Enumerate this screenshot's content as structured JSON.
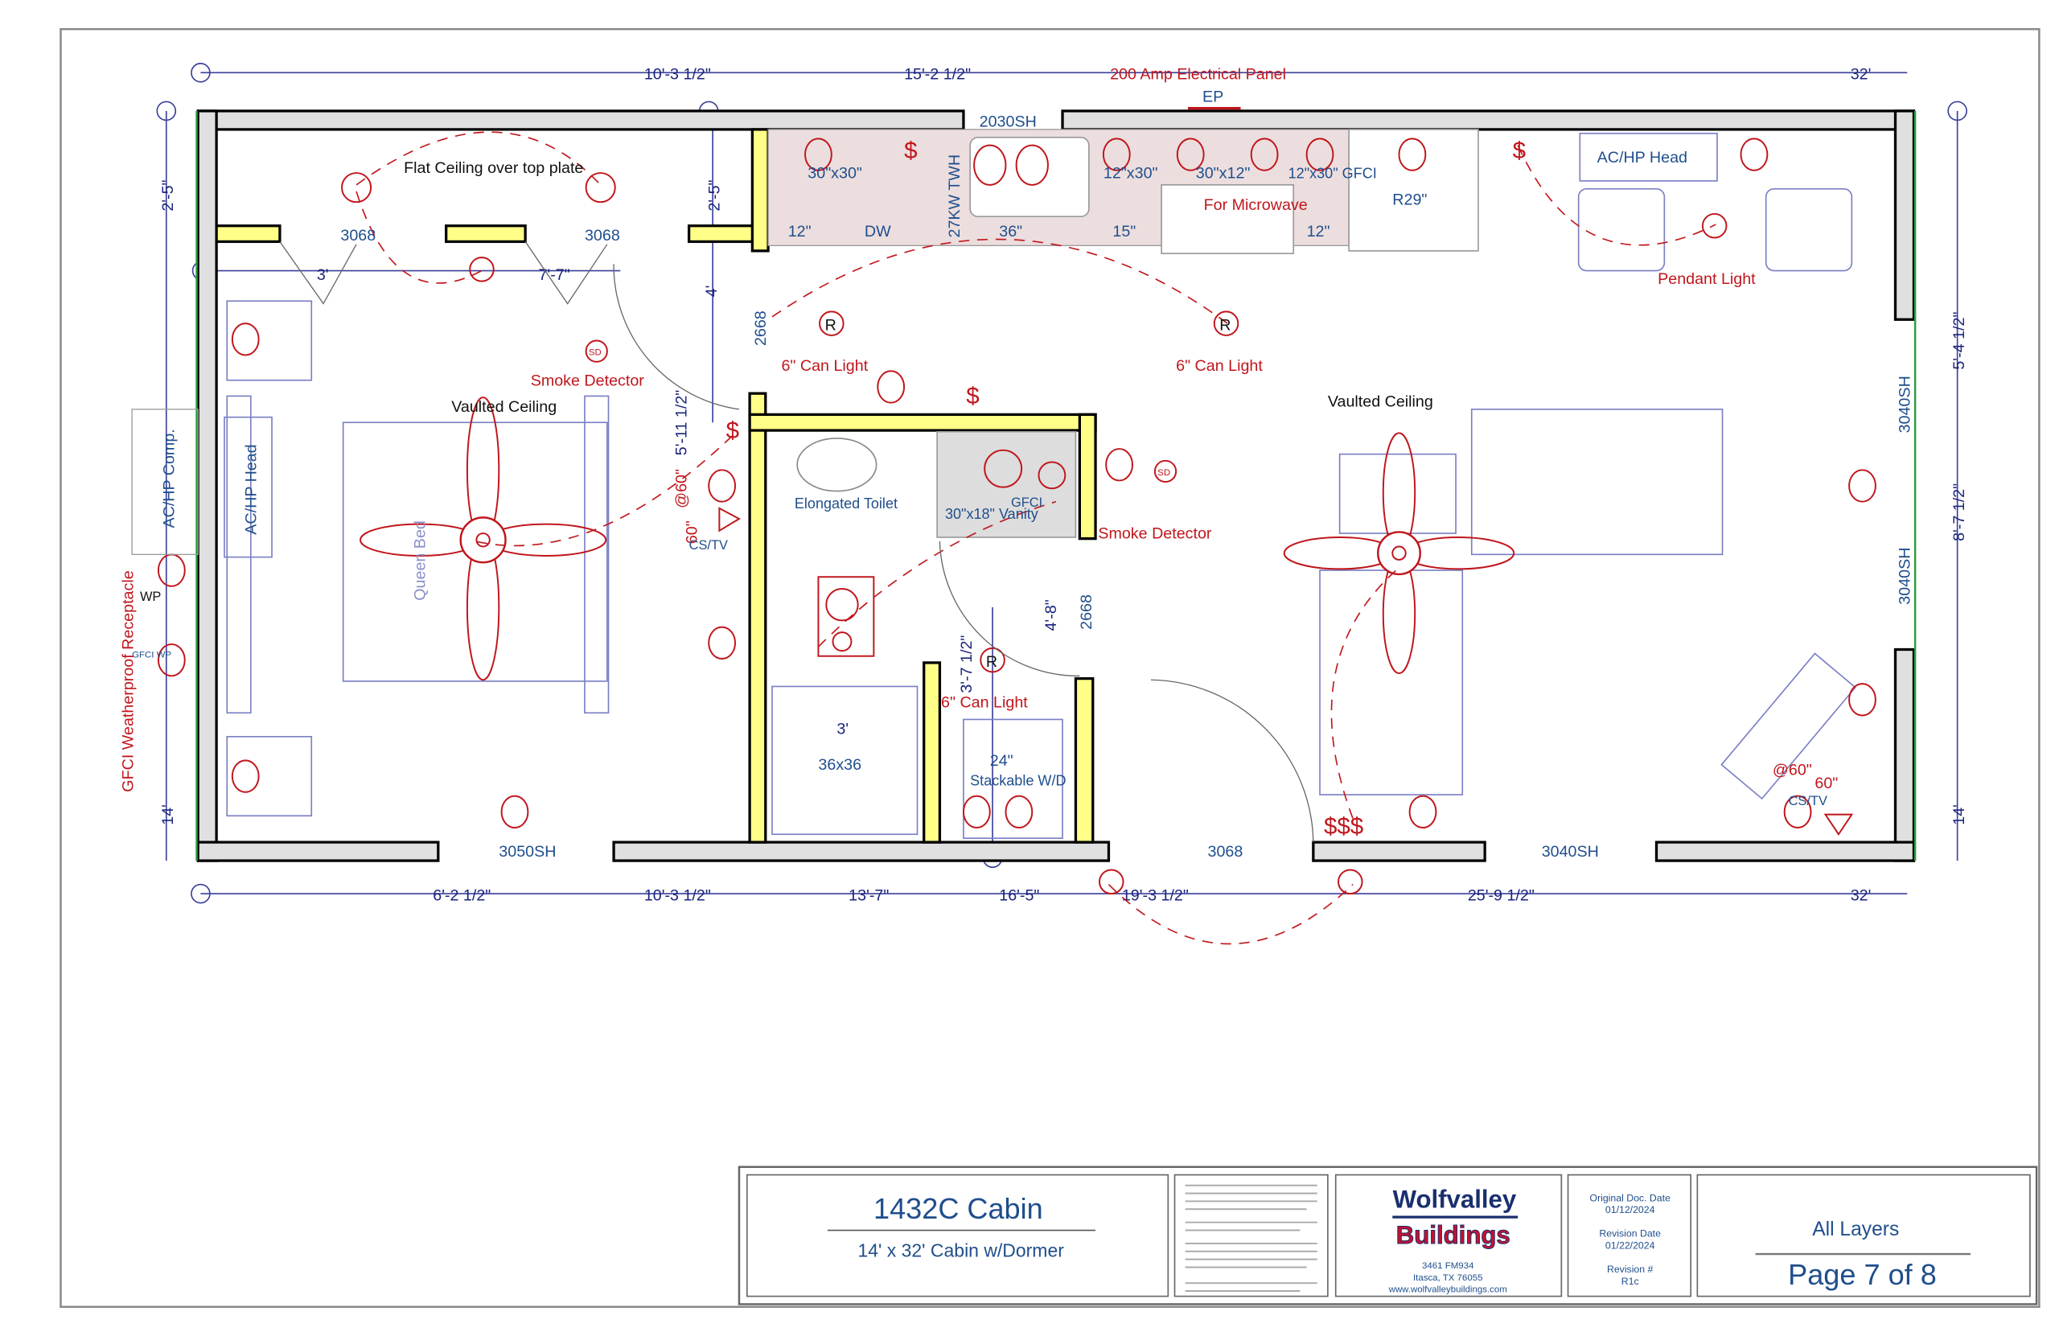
{
  "plan": {
    "dimensions": {
      "top": [
        "10'-3 1/2\"",
        "15'-2 1/2\"",
        "32'"
      ],
      "bottom": [
        "6'-2 1/2\"",
        "10'-3 1/2\"",
        "13'-7\"",
        "16'-5\"",
        "19'-3 1/2\"",
        "25'-9 1/2\"",
        "32'"
      ],
      "left": [
        "2'-5\"",
        "14'"
      ],
      "right": [
        "5'-4 1/2\"",
        "8'-7 1/2\"",
        "14'"
      ],
      "interior": [
        "2'-5\"",
        "4'",
        "5'-11 1/2\"",
        "3'",
        "7'-7\"",
        "3'",
        "4'-8\"",
        "3'-7 1/2\""
      ]
    },
    "openings": {
      "top_window": "2030SH",
      "closet_door_1": "3068",
      "closet_door_2": "3068",
      "bedroom_door": "2668",
      "bath_door": "2668",
      "bedroom_window": "3050SH",
      "entry_door": "3068",
      "living_window_bottom": "3040SH",
      "living_window_right_1": "3040SH",
      "living_window_right_2": "3040SH"
    },
    "labels": {
      "electrical_panel": "200 Amp Electrical Panel",
      "ep": "EP",
      "flat_ceiling": "Flat Ceiling over top plate",
      "smoke_detector_1": "Smoke Detector",
      "smoke_detector_2": "Smoke Detector",
      "sd": "SD",
      "vaulted_ceiling_1": "Vaulted Ceiling",
      "vaulted_ceiling_2": "Vaulted Ceiling",
      "can_light_1": "6\" Can Light",
      "can_light_2": "6\" Can Light",
      "can_light_3": "6\" Can Light",
      "r": "R",
      "ac_hp_head_1": "AC/HP Head",
      "ac_hp_head_2": "AC/HP Head",
      "ac_hp_comp": "AC/HP Comp.",
      "gfci_weatherproof": "GFCI Weatherproof Receptacle",
      "wp": "WP",
      "gfci_wp": "GFCI WP",
      "queen_bed": "Queen Bed",
      "at60": "@60\"",
      "sixty": "60\"",
      "cs_tv": "CS/TV",
      "elongated_toilet": "Elongated Toilet",
      "vanity": "30\"x18\" Vanity",
      "gfci": "GFCI",
      "shower_size": "36x36",
      "stackable_size": "24\"",
      "stackable": "Stackable W/D",
      "pendant_light": "Pendant Light",
      "for_microwave": "For Microwave",
      "r29": "R29\"",
      "dw": "DW",
      "cab_12a": "12\"",
      "cab_36": "36\"",
      "cab_15": "15\"",
      "cab_12b": "12\"",
      "upper_30x30": "30\"x30\"",
      "upper_12x30": "12\"x30\"",
      "upper_30x12": "30\"x12\"",
      "upper_12x30gfci": "12\"x30\" GFCI",
      "sink": "27KW TWH",
      "switches_3": "$$$",
      "switch": "$"
    }
  },
  "title_block": {
    "title": "1432C Cabin",
    "subtitle": "14' x 32' Cabin w/Dormer",
    "logo_top": "Wolfvalley",
    "logo_bottom": "Buildings",
    "address_1": "3461 FM934",
    "address_2": "Itasca, TX 76055",
    "website": "www.wolfvalleybuildings.com",
    "orig_date_label": "Original Doc. Date",
    "orig_date": "01/12/2024",
    "rev_date_label": "Revision Date",
    "rev_date": "01/22/2024",
    "rev_num_label": "Revision #",
    "rev_num": "R1c",
    "layers": "All Layers",
    "page": "Page 7 of 8"
  },
  "colors": {
    "wall_fill": "#e0e0e0",
    "interior_wall": "#ffff88",
    "electrical": "#c0161c",
    "dimension": "#1a237e",
    "logo_blue": "#1a2f6e",
    "logo_red": "#c8102e"
  }
}
